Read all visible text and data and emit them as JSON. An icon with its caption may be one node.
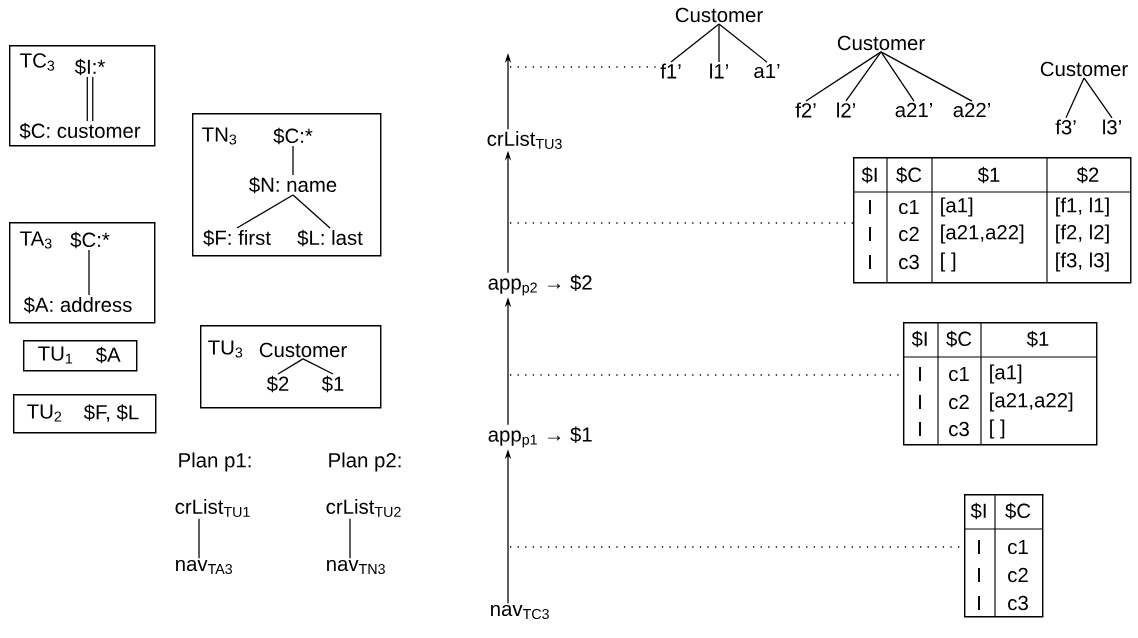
{
  "diagram": {
    "nodes": [
      {
        "text": [
          "TC$_{3}$"
        ]
      },
      {
        "text": [
          "$I:*"
        ],
        "in": 0
      },
      {
        "text": [
          "$C: customer"
        ],
        "in": 0
      },
      {
        "text": [
          "TN$_{3}$"
        ]
      },
      {
        "text": [
          "$C:*"
        ],
        "in": 3
      },
      {
        "text": [
          "$N: name"
        ],
        "in": 3
      },
      {
        "text": [
          "$F: first"
        ],
        "in": 3
      },
      {
        "text": [
          "$L: last"
        ],
        "in": 3
      },
      {
        "text": [
          "TA$_{3}$"
        ]
      },
      {
        "text": [
          "$C:*"
        ],
        "in": 8
      },
      {
        "text": [
          "$A: address"
        ],
        "in": 8
      },
      {
        "text": [
          "TU$_{1}$",
          "$A"
        ]
      },
      {
        "text": [
          "TU$_{2}$",
          "$F, $L"
        ]
      },
      {
        "text": [
          "TU$_{3}$"
        ]
      },
      {
        "text": [
          "Customer"
        ],
        "in": 13
      },
      {
        "text": [
          "$2"
        ],
        "in": 13
      },
      {
        "text": [
          "$1"
        ],
        "in": 13
      },
      {
        "text": [
          "crList$_{TU1}$"
        ]
      },
      {
        "text": [
          "nav$_{TA3}$"
        ]
      },
      {
        "text": [
          "crList$_{TU2}$"
        ]
      },
      {
        "text": [
          "nav$_{TN3}$"
        ]
      },
      {
        "text": [
          "crList$_{TU3}$"
        ]
      },
      {
        "text": [
          "app$_{p2}$ → $2"
        ]
      },
      {
        "text": [
          "app$_{p1}$ → $1"
        ]
      },
      {
        "text": [
          "nav$_{TC3}$"
        ]
      },
      {
        "text": [
          "Customer"
        ]
      },
      {
        "text": [
          "f1’"
        ]
      },
      {
        "text": [
          "l1’"
        ]
      },
      {
        "text": [
          "a1’"
        ]
      },
      {
        "text": [
          "Customer"
        ]
      },
      {
        "text": [
          "f2’"
        ]
      },
      {
        "text": [
          "l2’"
        ]
      },
      {
        "text": [
          "a21’"
        ]
      },
      {
        "text": [
          "a22’"
        ]
      },
      {
        "text": [
          "Customer"
        ]
      },
      {
        "text": [
          "f3’"
        ]
      },
      {
        "text": [
          "l3’"
        ]
      },
      {
        "text": [
          "$I",
          "$C",
          "$1",
          "$2",
          "I",
          "c1",
          "[a1]",
          "[f1, l1]",
          "I",
          "c2",
          "[a21,a22]",
          "[f2, l2]",
          "I",
          "c3",
          "[ ]",
          "[f3, l3]"
        ]
      },
      {
        "text": [
          "$I",
          "$C",
          "$1",
          "I",
          "c1",
          "[a1]",
          "I",
          "c2",
          "[a21,a22]",
          "I",
          "c3",
          "[ ]"
        ]
      },
      {
        "text": [
          "$I",
          "$C",
          "I",
          "c1",
          "I",
          "c2",
          "I",
          "c3"
        ]
      }
    ],
    "edges": [
      {
        "from": 1,
        "to": 2,
        "arrow": "none",
        "style": "thick"
      },
      {
        "from": 4,
        "to": 5,
        "arrow": "none"
      },
      {
        "from": 5,
        "to": 6,
        "arrow": "none"
      },
      {
        "from": 5,
        "to": 7,
        "arrow": "none"
      },
      {
        "from": 9,
        "to": 10,
        "arrow": "none"
      },
      {
        "from": 14,
        "to": 15,
        "arrow": "none"
      },
      {
        "from": 14,
        "to": 16,
        "arrow": "none"
      },
      {
        "from": 17,
        "to": 18,
        "arrow": "none"
      },
      {
        "from": 19,
        "to": 20,
        "arrow": "none"
      },
      {
        "from": 24,
        "to": 23,
        "arrow": "to"
      },
      {
        "from": 23,
        "to": 22,
        "arrow": "to"
      },
      {
        "from": 22,
        "to": 21,
        "arrow": "to"
      },
      {
        "from": 21,
        "to": null,
        "arrow": "to"
      },
      {
        "from": 25,
        "to": 26,
        "arrow": "none"
      },
      {
        "from": 25,
        "to": 27,
        "arrow": "none"
      },
      {
        "from": 25,
        "to": 28,
        "arrow": "none"
      },
      {
        "from": 29,
        "to": 30,
        "arrow": "none"
      },
      {
        "from": 29,
        "to": 31,
        "arrow": "none"
      },
      {
        "from": 29,
        "to": 32,
        "arrow": "none"
      },
      {
        "from": 29,
        "to": 33,
        "arrow": "none"
      },
      {
        "from": 34,
        "to": 35,
        "arrow": "none"
      },
      {
        "from": 34,
        "to": 36,
        "arrow": "none"
      },
      {
        "from": null,
        "to": 26,
        "arrow": "none",
        "style": "dashed"
      },
      {
        "from": null,
        "to": 37,
        "arrow": "none",
        "style": "dashed"
      },
      {
        "from": null,
        "to": 38,
        "arrow": "none",
        "style": "dashed"
      },
      {
        "from": null,
        "to": 39,
        "arrow": "none",
        "style": "dashed"
      }
    ],
    "labels": [
      "Plan p1:",
      "Plan p2:"
    ]
  }
}
